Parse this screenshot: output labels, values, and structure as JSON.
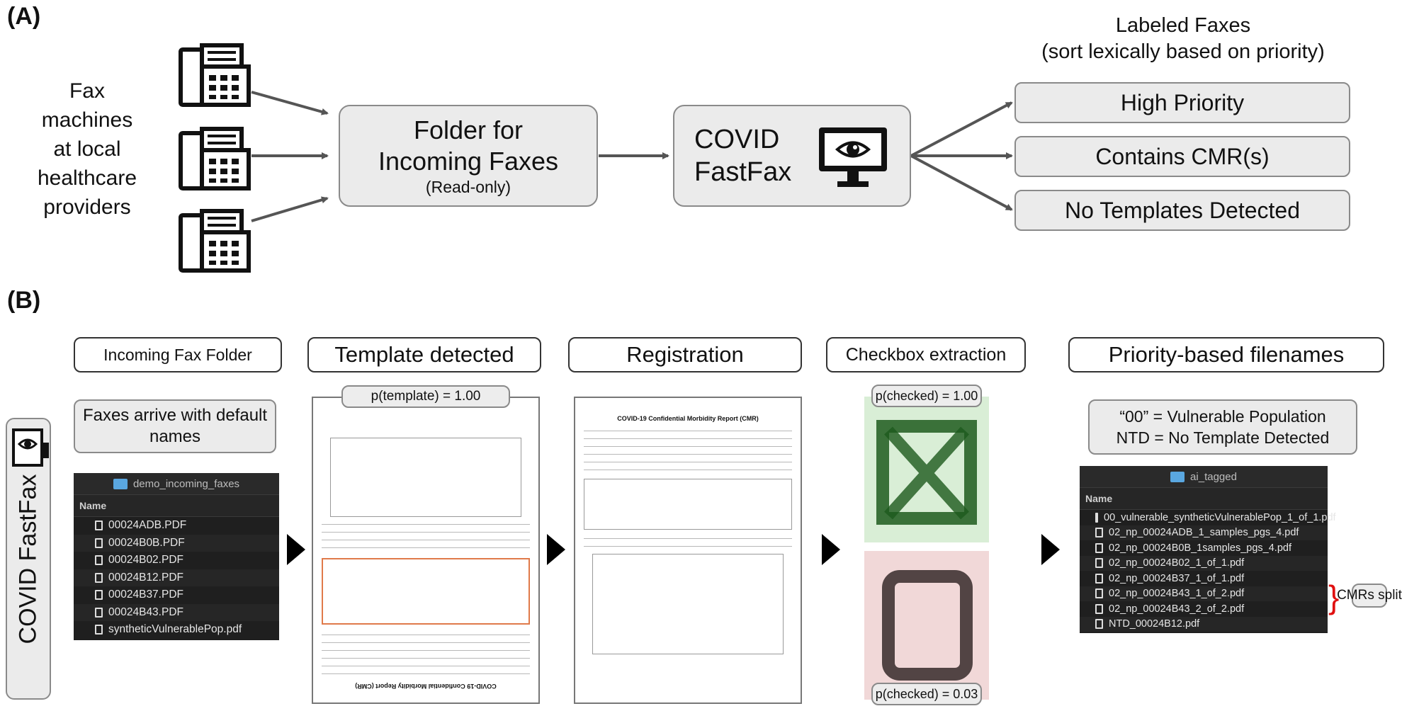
{
  "panel_a": {
    "label": "(A)",
    "fax_caption": [
      "Fax",
      "machines",
      "at local",
      "healthcare",
      "providers"
    ],
    "folder": {
      "title_line1": "Folder for",
      "title_line2": "Incoming Faxes",
      "subtitle": "(Read-only)"
    },
    "fastfax": {
      "line1": "COVID",
      "line2": "FastFax"
    },
    "output_title_line1": "Labeled Faxes",
    "output_title_line2": "(sort lexically based on priority)",
    "outputs": [
      "High Priority",
      "Contains CMR(s)",
      "No Templates Detected"
    ]
  },
  "panel_b": {
    "label": "(B)",
    "side_label": "COVID FastFax",
    "stage_titles": [
      "Incoming Fax Folder",
      "Template detected",
      "Registration",
      "Checkbox extraction",
      "Priority-based filenames"
    ],
    "incoming_note": "Faxes arrive with default names",
    "incoming_folder": {
      "folder_name": "demo_incoming_faxes",
      "column": "Name",
      "files": [
        "00024ADB.PDF",
        "00024B0B.PDF",
        "00024B02.PDF",
        "00024B12.PDF",
        "00024B37.PDF",
        "00024B43.PDF",
        "syntheticVulnerablePop.pdf"
      ]
    },
    "template_score": "p(template) = 1.00",
    "doc_title": "COVID-19 Confidential Morbidity Report (CMR)",
    "checked_top": "p(checked) = 1.00",
    "checked_bottom": "p(checked) = 0.03",
    "priority_note_line1": "“00” = Vulnerable Population",
    "priority_note_line2": "NTD = No Template Detected",
    "tagged_folder": {
      "folder_name": "ai_tagged",
      "column": "Name",
      "files": [
        "00_vulnerable_syntheticVulnerablePop_1_of_1.pdf",
        "02_np_00024ADB_1_samples_pgs_4.pdf",
        "02_np_00024B0B_1samples_pgs_4.pdf",
        "02_np_00024B02_1_of_1.pdf",
        "02_np_00024B37_1_of_1.pdf",
        "02_np_00024B43_1_of_2.pdf",
        "02_np_00024B43_2_of_2.pdf",
        "NTD_00024B12.pdf"
      ]
    },
    "split_label": "CMRs split"
  },
  "colors": {
    "box_fill": "#ebebeb",
    "box_border": "#8a8a8a",
    "arrow": "#555555",
    "checked_bg": "#d9eed6",
    "unchecked_bg": "#f1d8d8",
    "split_brace": "#e01010",
    "folder_icon": "#5aa7e0"
  },
  "icons": [
    "fax-machine-icon",
    "monitor-eye-icon",
    "pdf-file-icon",
    "folder-icon"
  ]
}
